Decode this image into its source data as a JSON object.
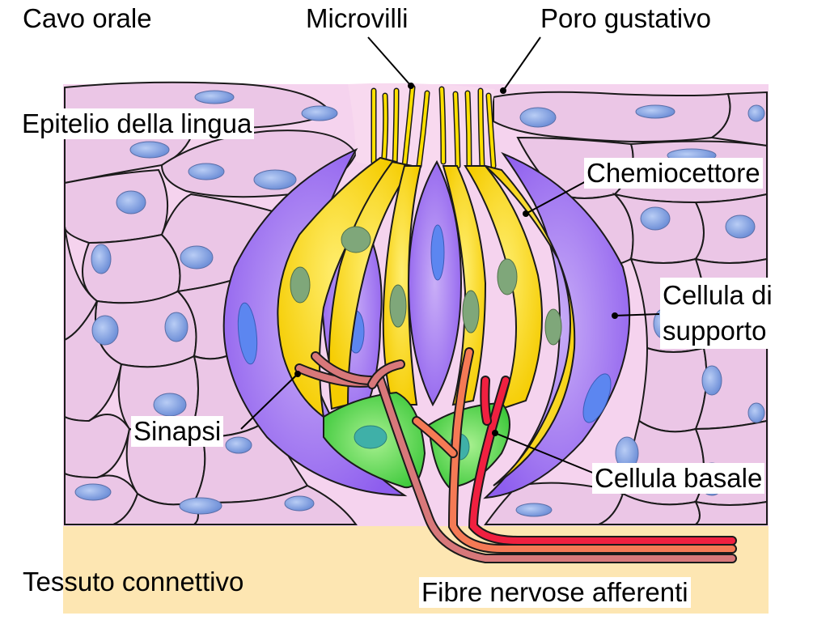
{
  "labels": {
    "cavo_orale": "Cavo orale",
    "microvilli": "Microvilli",
    "poro_gustativo": "Poro gustativo",
    "epitelio": "Epitelio della lingua",
    "chemiocettore": "Chemiocettore",
    "cellula_supporto_1": "Cellula di",
    "cellula_supporto_2": "supporto",
    "sinapsi": "Sinapsi",
    "cellula_basale": "Cellula basale",
    "tessuto": "Tessuto connettivo",
    "fibre": "Fibre nervose afferenti"
  },
  "colors": {
    "epithelium": "#ecc9e8",
    "epithelium_pink_bg": "#f7d9ef",
    "nucleus": "#8aa7e0",
    "connective": "#fde6b2",
    "support_cell": "#9a6ff0",
    "support_nucleus": "#5c86f0",
    "receptor_cell": "#ffe000",
    "receptor_nucleus": "#7fa77a",
    "basal_cell": "#66dd55",
    "basal_nucleus": "#3fb0a8",
    "nerve_red": "#f02040",
    "nerve_orange": "#f57a55",
    "nerve_brown": "#d8787a"
  }
}
